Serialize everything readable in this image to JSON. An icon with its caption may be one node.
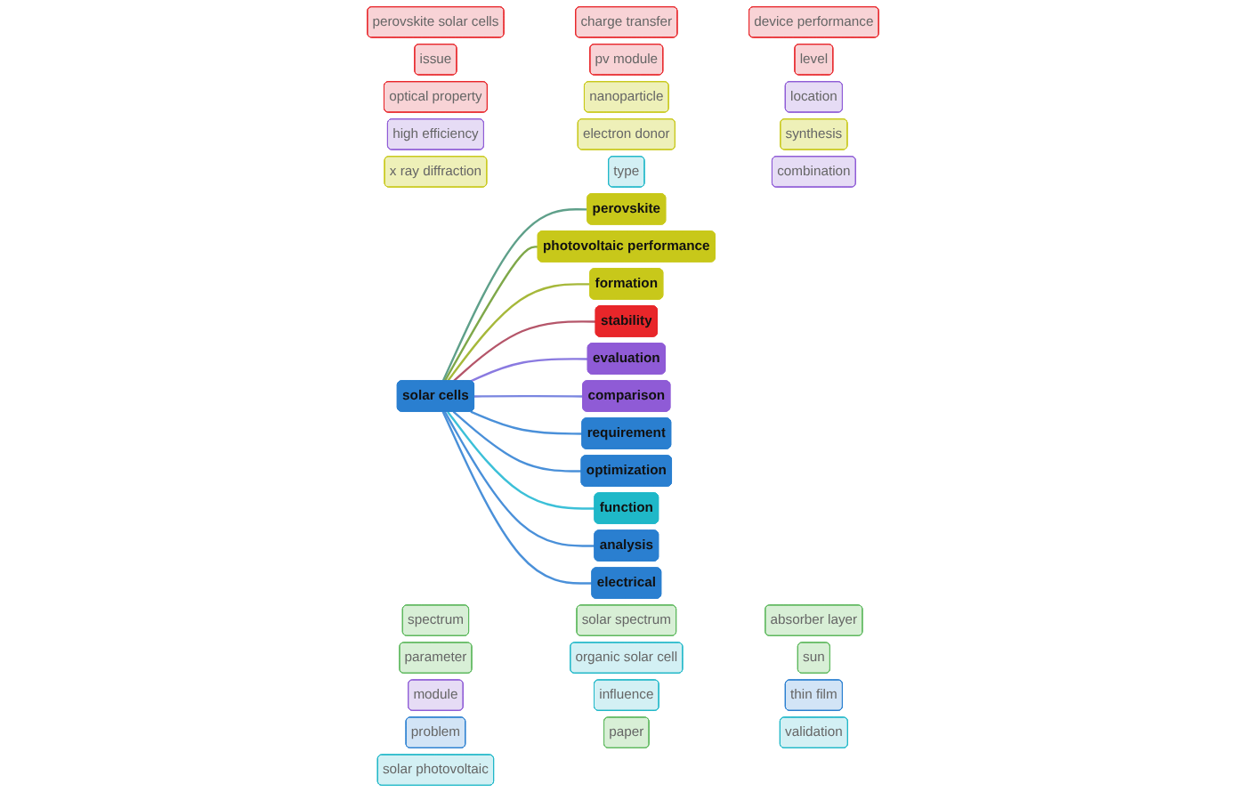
{
  "diagram": {
    "nodes": [
      {
        "text": [
          "perovskite solar cells"
        ]
      },
      {
        "text": [
          "charge transfer"
        ]
      },
      {
        "text": [
          "device performance"
        ]
      },
      {
        "text": [
          "issue"
        ]
      },
      {
        "text": [
          "pv module"
        ]
      },
      {
        "text": [
          "perovskite"
        ]
      },
      {
        "text": [
          "level"
        ]
      },
      {
        "text": [
          "optical property"
        ]
      },
      {
        "text": [
          "nanoparticle"
        ]
      },
      {
        "text": [
          "stability"
        ]
      },
      {
        "text": [
          "evaluation"
        ]
      },
      {
        "text": [
          "photovoltaic performance"
        ]
      },
      {
        "text": [
          "location"
        ]
      },
      {
        "text": [
          "formation"
        ]
      },
      {
        "text": [
          "comparison"
        ]
      },
      {
        "text": [
          "high efficiency"
        ]
      },
      {
        "text": [
          "electron donor"
        ]
      },
      {
        "text": [
          "synthesis"
        ]
      },
      {
        "text": [
          "x ray diffraction"
        ]
      },
      {
        "text": [
          "type"
        ]
      },
      {
        "text": [
          "combination"
        ]
      },
      {
        "text": [
          "spectrum"
        ]
      },
      {
        "text": [
          "solar spectrum"
        ]
      },
      {
        "text": [
          "absorber layer"
        ]
      },
      {
        "text": [
          "parameter"
        ]
      },
      {
        "text": [
          "organic solar cell"
        ]
      },
      {
        "text": [
          "sun"
        ]
      },
      {
        "text": [
          "solar cells"
        ]
      },
      {
        "text": [
          "requirement"
        ]
      },
      {
        "text": [
          "module"
        ]
      },
      {
        "text": [
          "influence"
        ]
      },
      {
        "text": [
          "optimization"
        ]
      },
      {
        "text": [
          "thin film"
        ]
      },
      {
        "text": [
          "problem"
        ]
      },
      {
        "text": [
          "paper"
        ]
      },
      {
        "text": [
          "function"
        ]
      },
      {
        "text": [
          "analysis"
        ]
      },
      {
        "text": [
          "electrical"
        ]
      },
      {
        "text": [
          "validation"
        ]
      },
      {
        "text": [
          "solar photovoltaic"
        ]
      }
    ],
    "edges": [
      {
        "from": 27,
        "to": 5,
        "arrow": "none",
        "color": "#5fa08a"
      },
      {
        "from": 27,
        "to": 11,
        "arrow": "none",
        "color": "#7fa84a"
      },
      {
        "from": 27,
        "to": 13,
        "arrow": "none",
        "color": "#a6b83a"
      },
      {
        "from": 27,
        "to": 9,
        "arrow": "none",
        "color": "#b5566a"
      },
      {
        "from": 27,
        "to": 10,
        "arrow": "none",
        "color": "#8a7ae0"
      },
      {
        "from": 27,
        "to": 14,
        "arrow": "none",
        "color": "#7a86e0"
      },
      {
        "from": 27,
        "to": 28,
        "arrow": "none"
      },
      {
        "from": 27,
        "to": 31,
        "arrow": "none"
      },
      {
        "from": 27,
        "to": 35,
        "arrow": "none",
        "color": "#3cc0d8"
      },
      {
        "from": 27,
        "to": 36,
        "arrow": "none"
      },
      {
        "from": 27,
        "to": 37,
        "arrow": "none"
      }
    ]
  }
}
